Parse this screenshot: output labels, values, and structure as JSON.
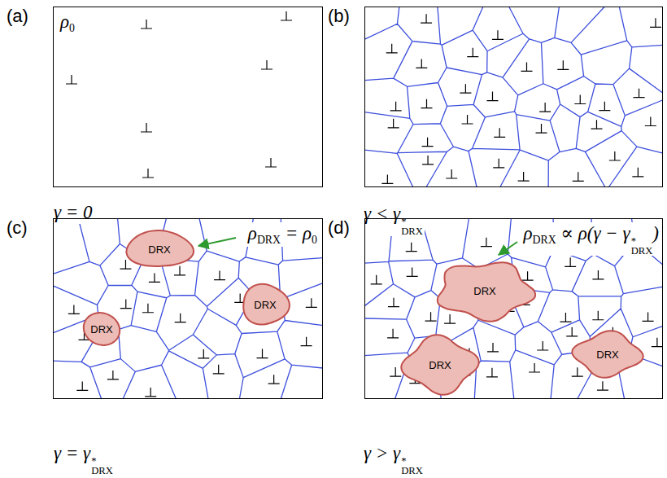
{
  "diagram": {
    "nodes": [
      {
        "text": [
          "(a)",
          "ρ0",
          "γ = 0"
        ]
      },
      {
        "text": [
          "(b)",
          "γ < γ*DRX"
        ]
      },
      {
        "text": [
          "(c)",
          "ρDRX = ρ0",
          "γ = γ*DRX"
        ]
      },
      {
        "text": [
          "DRX"
        ],
        "in": 2
      },
      {
        "text": [
          "DRX"
        ],
        "in": 2
      },
      {
        "text": [
          "DRX"
        ],
        "in": 2
      },
      {
        "text": [
          "(d)",
          "ρDRX ∝ ρ(γ − γ*DRX)",
          "γ > γ*DRX"
        ]
      },
      {
        "text": [
          "DRX"
        ],
        "in": 6
      },
      {
        "text": [
          "DRX"
        ],
        "in": 6
      },
      {
        "text": [
          "DRX"
        ],
        "in": 6
      }
    ]
  }
}
